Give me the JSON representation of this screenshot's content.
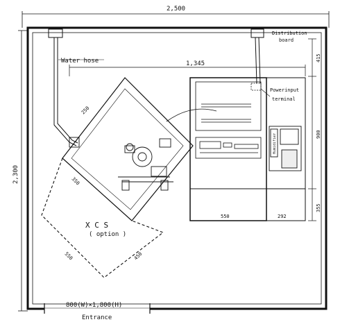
{
  "dimensions": {
    "top_width": "2,500",
    "left_height": "2,300",
    "inner_width": "1,345",
    "right_top": "415",
    "right_mid": "900",
    "right_bottom": "355",
    "bottom_left": "550",
    "bottom_right": "292",
    "diag_top": "250",
    "diag_left": "350",
    "xcs_left": "550",
    "xcs_bottom": "450"
  },
  "labels": {
    "water_hose": "Water hose",
    "distribution_board_line1": "Distribution",
    "distribution_board_line2": "board",
    "power_input_line1": "Powerinput",
    "power_input_line2": "terminal",
    "xcs_line1": "X C S",
    "xcs_line2": "( option )",
    "door_size": "800(W)×1,800(H)",
    "entrance": "Entrance",
    "side_unit": "Humidifier"
  }
}
